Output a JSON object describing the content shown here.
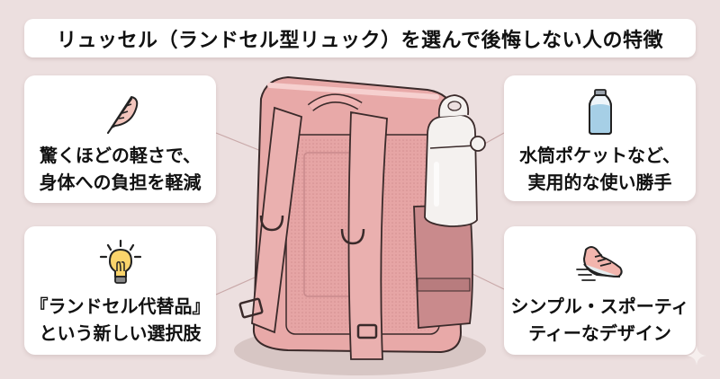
{
  "title": "リュッセル（ランドセル型リュック）を選んで後悔しない人の特徴",
  "colors": {
    "background": "#ecdfdf",
    "card": "#ffffff",
    "backpack_pink": "#e8a9a8",
    "backpack_dark": "#c98a8c",
    "bottle_white": "#f4f1ef",
    "line": "#c9a9a9"
  },
  "features": [
    {
      "id": "lightweight",
      "icon": "feather-icon",
      "line1": "驚くほどの軽さで、",
      "line2": "身体への負担を軽減"
    },
    {
      "id": "alternative",
      "icon": "lightbulb-icon",
      "line1": "『ランドセル代替品』",
      "line2": "という新しい選択肢"
    },
    {
      "id": "practical",
      "icon": "water-bottle-icon",
      "line1": "水筒ポケットなど、",
      "line2": "実用的な使い勝手"
    },
    {
      "id": "design",
      "icon": "sneaker-icon",
      "line1": "シンプル・スポーティ",
      "line2": "ティーなデザイン"
    }
  ],
  "illustration": {
    "subject": "pink randoseru-style backpack with water bottle in side pocket"
  }
}
